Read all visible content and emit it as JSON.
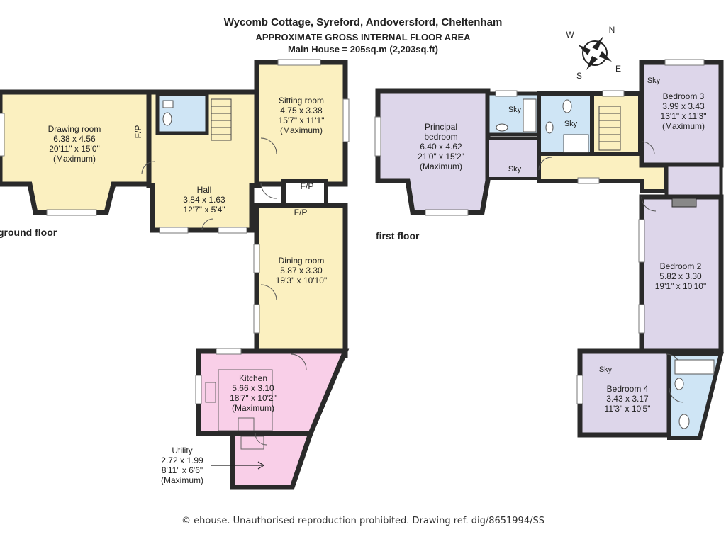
{
  "header": {
    "title": "Wycomb Cottage, Syreford, Andoversford, Cheltenham",
    "subtitle": "APPROXIMATE GROSS INTERNAL FLOOR AREA",
    "area": "Main House = 205sq.m (2,203sq.ft)"
  },
  "compass": {
    "n": "N",
    "e": "E",
    "s": "S",
    "w": "W"
  },
  "floors": {
    "ground": "ground floor",
    "first": "first floor"
  },
  "ground_rooms": {
    "drawing": {
      "name": "Drawing room",
      "metric": "6.38 x 4.56",
      "imperial": "20'11\" x 15'0\"",
      "note": "(Maximum)"
    },
    "sitting": {
      "name": "Sitting room",
      "metric": "4.75 x 3.38",
      "imperial": "15'7\" x 11'1\"",
      "note": "(Maximum)"
    },
    "hall": {
      "name": "Hall",
      "metric": "3.84 x 1.63",
      "imperial": "12'7\" x 5'4\""
    },
    "dining": {
      "name": "Dining room",
      "metric": "5.87 x 3.30",
      "imperial": "19'3\" x 10'10\""
    },
    "kitchen": {
      "name": "Kitchen",
      "metric": "5.66 x 3.10",
      "imperial": "18'7\" x 10'2\"",
      "note": "(Maximum)"
    },
    "utility": {
      "name": "Utility",
      "metric": "2.72 x 1.99",
      "imperial": "8'11\" x 6'6\"",
      "note": "(Maximum)"
    }
  },
  "first_rooms": {
    "principal": {
      "name1": "Principal",
      "name2": "bedroom",
      "metric": "6.40 x 4.62",
      "imperial": "21'0\" x 15'2\"",
      "note": "(Maximum)"
    },
    "bed3": {
      "name": "Bedroom 3",
      "metric": "3.99 x 3.43",
      "imperial": "13'1\" x 11'3\"",
      "note": "(Maximum)"
    },
    "bed2": {
      "name": "Bedroom 2",
      "metric": "5.82 x 3.30",
      "imperial": "19'1\" x 10'10\""
    },
    "bed4": {
      "name": "Bedroom 4",
      "metric": "3.43 x 3.17",
      "imperial": "11'3\" x 10'5\""
    }
  },
  "labels": {
    "fp": "F/P",
    "sky": "Sky"
  },
  "footer": "© ehouse. Unauthorised reproduction prohibited. Drawing ref. dig/8651994/SS",
  "colors": {
    "living": "#fbf0c0",
    "bedroom": "#ddd6ea",
    "kitchen": "#f9cfe8",
    "bathroom": "#cfe5f5",
    "wall": "#2a2a2a"
  }
}
